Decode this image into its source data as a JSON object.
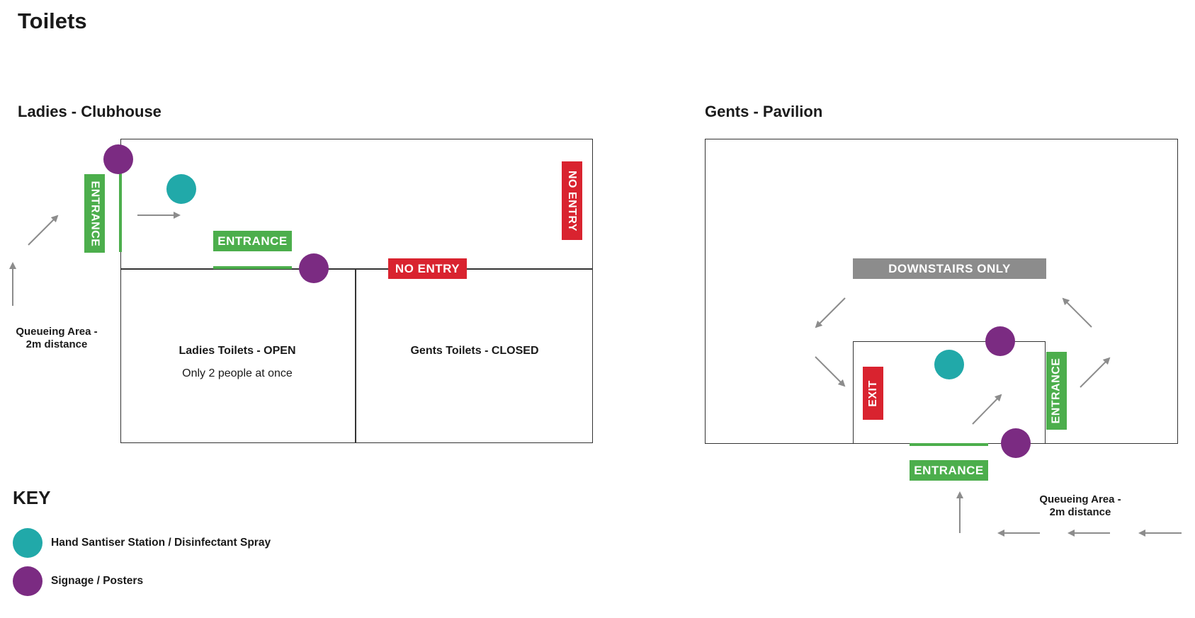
{
  "page_title": "Toilets",
  "ladies": {
    "title": "Ladies - Clubhouse",
    "entrance_side_label": "ENTRANCE",
    "entrance_label": "ENTRANCE",
    "no_entry_side_label": "NO ENTRY",
    "no_entry_label": "NO ENTRY",
    "ladies_room_label": "Ladies Toilets - OPEN",
    "ladies_room_note": "Only 2 people at once",
    "gents_room_label": "Gents Toilets - CLOSED",
    "queue_label_line1": "Queueing Area -",
    "queue_label_line2": "2m distance"
  },
  "gents": {
    "title": "Gents - Pavilion",
    "downstairs_label": "DOWNSTAIRS ONLY",
    "exit_label": "EXIT",
    "entrance_side_label": "ENTRANCE",
    "entrance_label": "ENTRANCE",
    "queue_label_line1": "Queueing Area -",
    "queue_label_line2": "2m distance"
  },
  "key": {
    "title": "KEY",
    "items": [
      {
        "icon": "teal-circle-icon",
        "color": "#21a9a9",
        "label": "Hand Santiser Station / Disinfectant Spray"
      },
      {
        "icon": "purple-circle-icon",
        "color": "#7b2b82",
        "label": "Signage / Posters"
      }
    ]
  },
  "colors": {
    "entrance_green": "#4cae4c",
    "no_entry_red": "#d9232f",
    "downstairs_grey": "#8c8c8c",
    "sanitiser_teal": "#21a9a9",
    "signage_purple": "#7b2b82",
    "arrow_grey": "#8c8c8c"
  }
}
